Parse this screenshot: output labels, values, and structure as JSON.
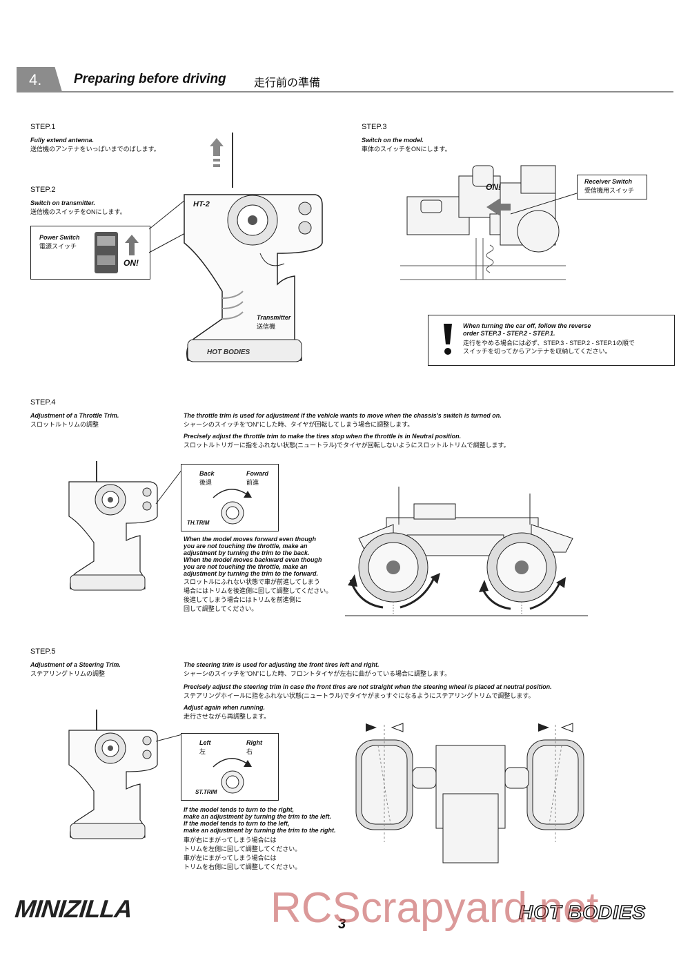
{
  "header": {
    "number": "4.",
    "title": "Preparing before driving",
    "title_jp": "走行前の準備"
  },
  "step1": {
    "label": "STEP.1",
    "en": "Fully extend antenna.",
    "jp": "送信機のアンテナをいっぱいまでのばします。"
  },
  "step2": {
    "label": "STEP.2",
    "en": "Switch on transmitter.",
    "jp": "送信機のスイッチをONにします。",
    "callout_en": "Power Switch",
    "callout_jp": "電源スイッチ",
    "on": "ON!"
  },
  "transmitter": {
    "label_en": "Transmitter",
    "label_jp": "送信機",
    "model": "HT-2",
    "brand": "HOT BODIES"
  },
  "step3": {
    "label": "STEP.3",
    "en": "Switch on the model.",
    "jp": "車体のスイッチをONにします。",
    "callout_en": "Receiver Switch",
    "callout_jp": "受信機用スイッチ",
    "on": "ON!"
  },
  "warning": {
    "en1": "When turning the car off, follow the reverse",
    "en2": "order STEP.3 - STEP.2 - STEP.1.",
    "jp1": "走行をやめる場合には必ず、STEP.3 - STEP.2 - STEP.1の順で",
    "jp2": "スイッチを切ってからアンテナを収納してください。"
  },
  "step4": {
    "label": "STEP.4",
    "en": "Adjustment of a Throttle Trim.",
    "jp": "スロットルトリムの調整",
    "desc1_en": "The throttle trim is used for adjustment if the vehicle wants to move when the chassis's switch is turned on.",
    "desc1_jp": "シャーシのスイッチを\"ON\"にした時、タイヤが回転してしまう場合に調整します。",
    "desc2_en": "Precisely adjust the throttle trim to make the tires stop when the throttle is in Neutral position.",
    "desc2_jp": "スロットルトリガーに指をふれない状態(ニュートラル)でタイヤが回転しないようにスロットルトリムで調整します。",
    "back_en": "Back",
    "back_jp": "後退",
    "fwd_en": "Foward",
    "fwd_jp": "前進",
    "trim": "TH.TRIM",
    "note_en": [
      "When the model moves forward even though",
      "you are not touching the throttle, make an",
      "adjustment by turning the trim to the back.",
      "When the model moves backward even though",
      "you are not touching the throttle, make an",
      "adjustment by turning the trim to the forward."
    ],
    "note_jp": [
      "スロットルにふれない状態で車が前進してしまう",
      "場合にはトリムを後進側に回して調整してください。",
      "後進してしまう場合にはトリムを前進側に",
      "回して調整してください。"
    ]
  },
  "step5": {
    "label": "STEP.5",
    "en": "Adjustment of a Steering Trim.",
    "jp": "ステアリングトリムの調整",
    "desc1_en": "The steering trim is used for adjusting the front tires left and right.",
    "desc1_jp": "シャーシのスイッチを\"ON\"にした時、フロントタイヤが左右に曲がっている場合に調整します。",
    "desc2_en": "Precisely adjust the steering trim in case the front tires are not straight when the steering wheel is placed at neutral position.",
    "desc2_jp": "ステアリングホイールに指をふれない状態(ニュートラル)でタイヤがまっすぐになるようにステアリングトリムで調整します。",
    "desc3_en": "Adjust again when running.",
    "desc3_jp": "走行させながら再調整します。",
    "left_en": "Left",
    "left_jp": "左",
    "right_en": "Right",
    "right_jp": "右",
    "trim": "ST.TRIM",
    "note_en": [
      "If the model tends to turn to the right,",
      "make an adjustment by turning the trim to the left.",
      "If the model tends to turn to the left,",
      "make an adjustment by turning the trim to the right."
    ],
    "note_jp": [
      "車が右にまがってしまう場合には",
      "トリムを左側に回して調整してください。",
      "車が左にまがってしまう場合には",
      "トリムを右側に回して調整してください。"
    ]
  },
  "footer": {
    "logo_left": "MINIZILLA",
    "page": "3",
    "logo_right": "HOT BODIES",
    "watermark": "RCScrapyard.net"
  }
}
